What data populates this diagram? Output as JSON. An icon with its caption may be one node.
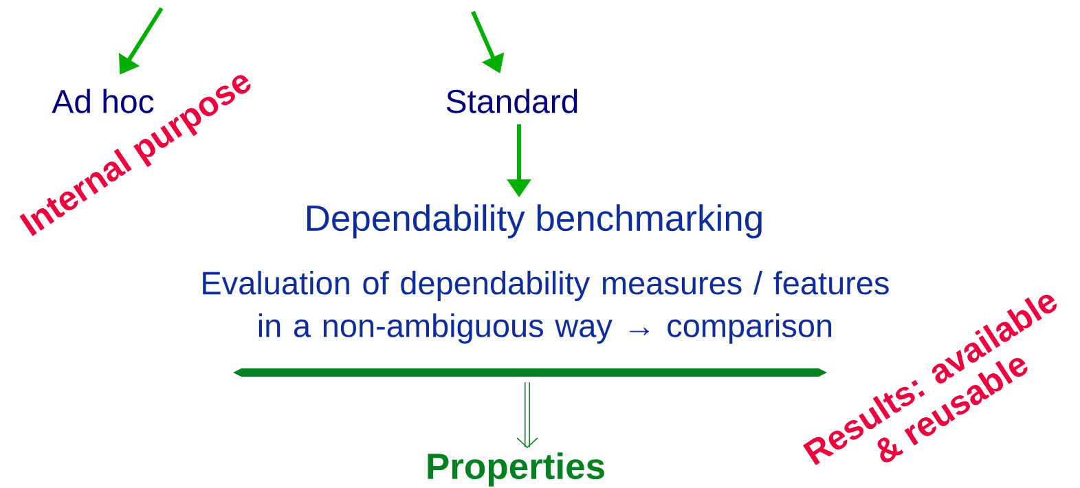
{
  "diagram": {
    "nodes": [
      {
        "text": [
          "Ad hoc"
        ]
      },
      {
        "text": [
          "Standard"
        ]
      },
      {
        "text": [
          "Dependability benchmarking"
        ]
      },
      {
        "text": [
          "Evaluation of dependability measures / features in a non-ambiguous way → comparison"
        ]
      },
      {
        "text": [],
        "shape": "bar"
      },
      {
        "text": [
          "Properties"
        ]
      }
    ],
    "edges": [
      {
        "from": null,
        "to": 0,
        "arrow": "to"
      },
      {
        "from": null,
        "to": 1,
        "arrow": "to"
      },
      {
        "from": 1,
        "to": 2,
        "arrow": "to"
      },
      {
        "from": 4,
        "to": 5,
        "arrow": "to",
        "color": "#038020"
      }
    ],
    "labels": [
      "Internal purpose",
      "Results: available & reusable"
    ]
  }
}
